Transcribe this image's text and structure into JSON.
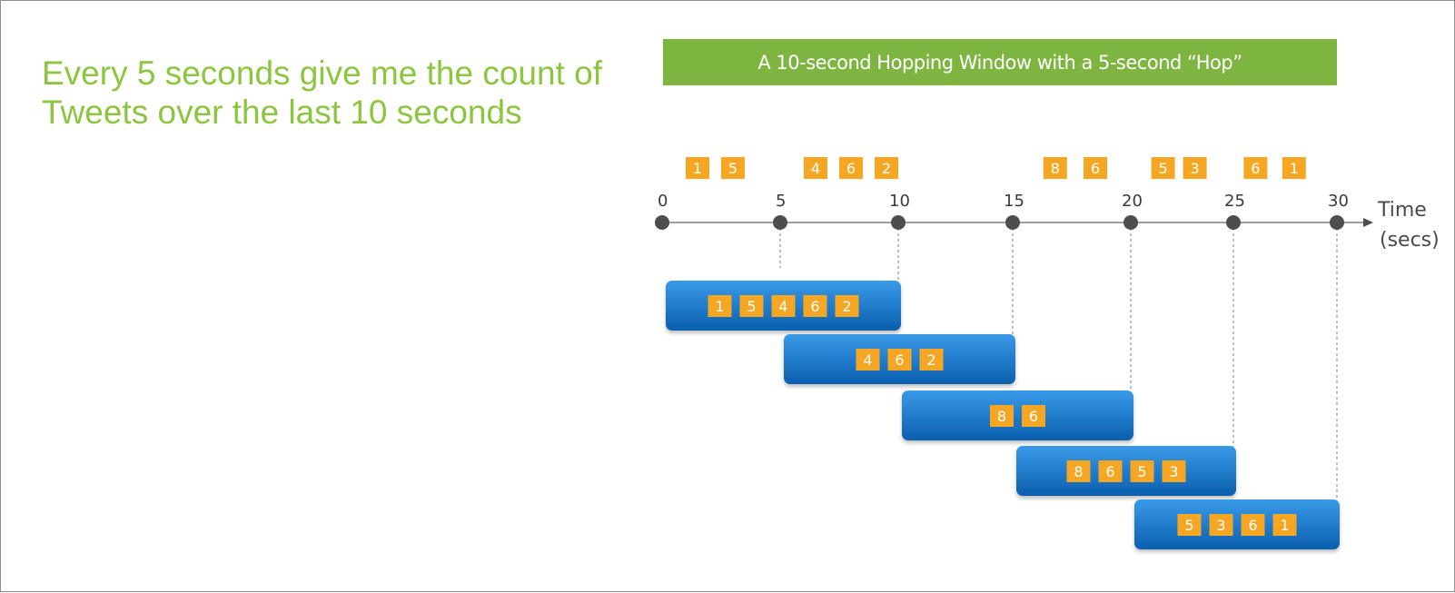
{
  "slide": {
    "headline": "Every 5 seconds give me the count of Tweets over the last 10 seconds",
    "banner_title": "A 10-second Hopping Window with a 5-second “Hop”"
  },
  "timeline": {
    "ticks": [
      "0",
      "5",
      "10",
      "15",
      "20",
      "25",
      "30"
    ],
    "axis_title_line1": "Time",
    "axis_title_line2": "(secs)"
  },
  "colors": {
    "headline": "#8cc63f",
    "banner": "#7db540",
    "event": "#f5a623",
    "window_top": "#2e8fe0",
    "window_bottom": "#0a5fae",
    "axis": "#7f7f7f",
    "dot": "#4d4d4d"
  },
  "event_groups": [
    {
      "span": [
        1,
        3.5
      ],
      "events": [
        "1",
        "5"
      ]
    },
    {
      "span": [
        6,
        10
      ],
      "events": [
        "4",
        "6",
        "2"
      ]
    },
    {
      "span": [
        16.3,
        19
      ],
      "events": [
        "8",
        "6"
      ]
    },
    {
      "span": [
        21,
        23.7
      ],
      "events": [
        "5",
        "3"
      ]
    },
    {
      "span": [
        25.5,
        28.5
      ],
      "events": [
        "6",
        "1"
      ]
    }
  ],
  "windows": [
    {
      "start": 0,
      "end": 10,
      "events": [
        "1",
        "5",
        "4",
        "6",
        "2"
      ]
    },
    {
      "start": 5,
      "end": 15,
      "events": [
        "4",
        "6",
        "2"
      ]
    },
    {
      "start": 10,
      "end": 20,
      "events": [
        "8",
        "6"
      ]
    },
    {
      "start": 15,
      "end": 25,
      "events": [
        "8",
        "6",
        "5",
        "3"
      ]
    },
    {
      "start": 20,
      "end": 30,
      "events": [
        "5",
        "3",
        "6",
        "1"
      ]
    }
  ]
}
